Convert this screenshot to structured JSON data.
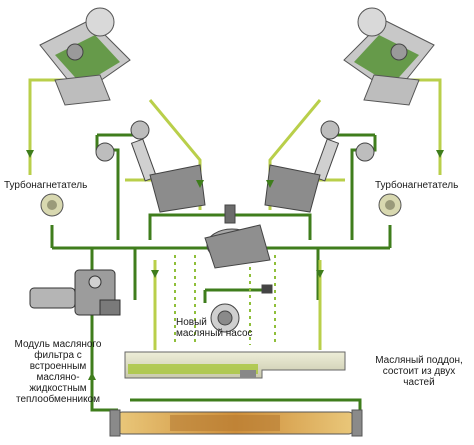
{
  "labels": {
    "turbo_left": "Турбонагнетатель",
    "turbo_right": "Турбонагнетатель",
    "oil_pump": "Новый\nмасляный насос",
    "filter_module": "Модуль масляного\nфильтра с\nвстроенным\nмасляно-\nжидкостным\nтеплообменником",
    "oil_sump": "Масляный поддон,\nсостоит из двух частей"
  },
  "colors": {
    "oil_line_dark": "#3f7d1c",
    "oil_line_light": "#b9cf4a",
    "oil_line_mid": "#7fae2c",
    "engine_gray": "#9a9a9a",
    "sump": "#dcdcc4",
    "heat_exchanger": "#e6b25a"
  }
}
